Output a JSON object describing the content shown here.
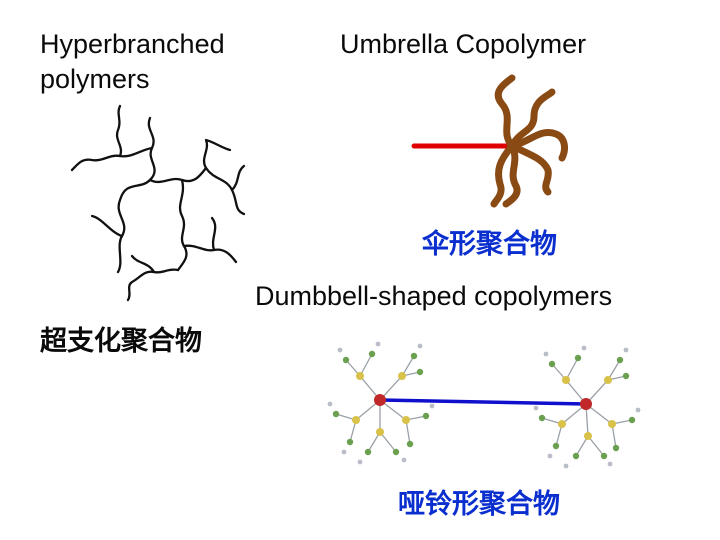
{
  "labels": {
    "hyperbranched_line1": "Hyperbranched",
    "hyperbranched_line2": "polymers",
    "hyperbranched_cn": "超支化聚合物",
    "umbrella": "Umbrella Copolymer",
    "umbrella_cn": "伞形聚合物",
    "dumbbell": "Dumbbell-shaped copolymers",
    "dumbbell_cn": "哑铃形聚合物"
  },
  "colors": {
    "text": "#0a0a0a",
    "chinese_label": "#0b2fcf",
    "umbrella_stick": "#e00000",
    "umbrella_arms": "#8a4a14",
    "dumbbell_bar": "#1010cc",
    "dumbbell_core": "#c0282a",
    "atom_yellow": "#d8c24a",
    "atom_green": "#6aa050",
    "atom_grey": "#b9bec8"
  }
}
